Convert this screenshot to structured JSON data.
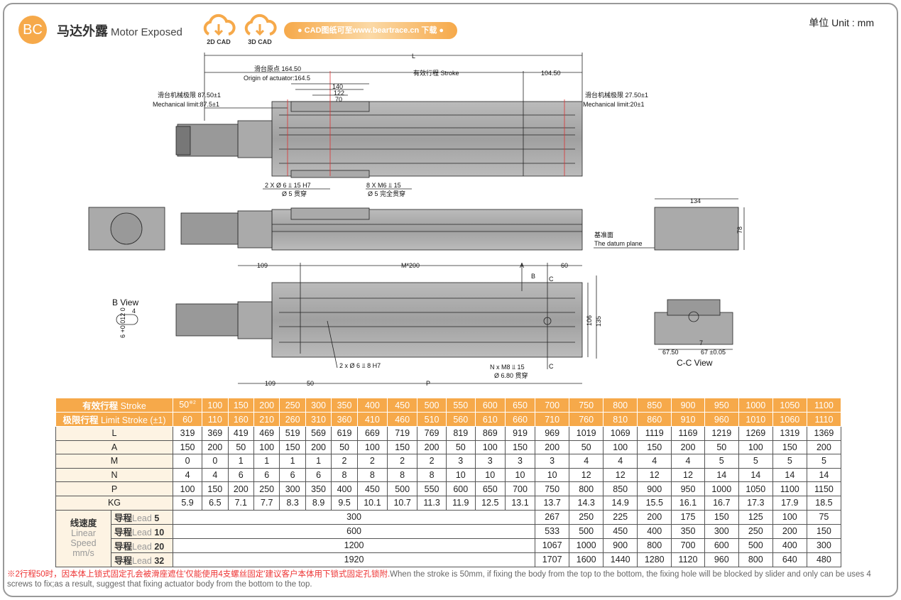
{
  "header": {
    "badge": "BC",
    "title_cn": "马达外露",
    "title_en": "Motor Exposed",
    "cad2d": "2D CAD",
    "cad3d": "3D CAD",
    "cad_link": "● CAD图纸可至www.beartrace.cn 下载 ●",
    "unit": "单位 Unit : mm"
  },
  "drawing": {
    "L": "L",
    "origin_cn": "滑台原点 164.50",
    "origin_en": "Origin of actuator:164.5",
    "stroke": "有效行程 Stroke",
    "d104": "104.50",
    "d140": "140",
    "d122": "122",
    "d70": "70",
    "mech_left_cn": "滑台机械极限 87.50±1",
    "mech_left_en": "Mechanical limit:87.5±1",
    "mech_right_cn": "滑台机械极限 27.50±1",
    "mech_right_en": "Mechanical limit:20±1",
    "hole1": "2 X Ø 6 ⫫ 15 H7",
    "hole1b": "Ø 5 贯穿",
    "hole2": "8 X M6 ⫫ 15",
    "hole2b": "Ø 5 完全贯穿",
    "d134": "134",
    "d78": "78",
    "datum_cn": "基准面",
    "datum_en": "The datum plane",
    "d109": "109",
    "m200": "M*200",
    "A": "A",
    "d60": "60",
    "B": "B",
    "C": "C",
    "d106": "106",
    "d135": "135",
    "bview": "B View",
    "b4": "4",
    "btol": "6 +0.012 0",
    "hole3": "2 x Ø 6 ⫫ 8 H7",
    "hole4": "N x M8 ⫫ 15",
    "hole4b": "Ø 6.80 贯穿",
    "d109b": "109",
    "d50": "50",
    "P": "P",
    "d67_50": "67.50",
    "d67": "67 ±0.05",
    "d7": "7",
    "ccview": "C-C View"
  },
  "table": {
    "stroke_label_cn": "有效行程",
    "stroke_label_en": "Stroke",
    "limit_label_cn": "极限行程",
    "limit_label_en": "Limit Stroke (±1)",
    "stroke_first": "50",
    "stroke_note": "※2",
    "stroke": [
      "100",
      "150",
      "200",
      "250",
      "300",
      "350",
      "400",
      "450",
      "500",
      "550",
      "600",
      "650",
      "700",
      "750",
      "800",
      "850",
      "900",
      "950",
      "1000",
      "1050",
      "1100"
    ],
    "limit": [
      "60",
      "110",
      "160",
      "210",
      "260",
      "310",
      "360",
      "410",
      "460",
      "510",
      "560",
      "610",
      "660",
      "710",
      "760",
      "810",
      "860",
      "910",
      "960",
      "1010",
      "1060",
      "1110"
    ],
    "rows": [
      {
        "label": "L",
        "values": [
          "319",
          "369",
          "419",
          "469",
          "519",
          "569",
          "619",
          "669",
          "719",
          "769",
          "819",
          "869",
          "919",
          "969",
          "1019",
          "1069",
          "1119",
          "1169",
          "1219",
          "1269",
          "1319",
          "1369"
        ]
      },
      {
        "label": "A",
        "values": [
          "150",
          "200",
          "50",
          "100",
          "150",
          "200",
          "50",
          "100",
          "150",
          "200",
          "50",
          "100",
          "150",
          "200",
          "50",
          "100",
          "150",
          "200",
          "50",
          "100",
          "150",
          "200"
        ]
      },
      {
        "label": "M",
        "values": [
          "0",
          "0",
          "1",
          "1",
          "1",
          "1",
          "2",
          "2",
          "2",
          "2",
          "3",
          "3",
          "3",
          "3",
          "4",
          "4",
          "4",
          "4",
          "5",
          "5",
          "5",
          "5"
        ]
      },
      {
        "label": "N",
        "values": [
          "4",
          "4",
          "6",
          "6",
          "6",
          "6",
          "8",
          "8",
          "8",
          "8",
          "10",
          "10",
          "10",
          "10",
          "12",
          "12",
          "12",
          "12",
          "14",
          "14",
          "14",
          "14"
        ]
      },
      {
        "label": "P",
        "values": [
          "100",
          "150",
          "200",
          "250",
          "300",
          "350",
          "400",
          "450",
          "500",
          "550",
          "600",
          "650",
          "700",
          "750",
          "800",
          "850",
          "900",
          "950",
          "1000",
          "1050",
          "1100",
          "1150"
        ]
      },
      {
        "label": "KG",
        "values": [
          "5.9",
          "6.5",
          "7.1",
          "7.7",
          "8.3",
          "8.9",
          "9.5",
          "10.1",
          "10.7",
          "11.3",
          "11.9",
          "12.5",
          "13.1",
          "13.7",
          "14.3",
          "14.9",
          "15.5",
          "16.1",
          "16.7",
          "17.3",
          "17.9",
          "18.5"
        ]
      }
    ],
    "speed_cn": "线速度",
    "speed_en1": "Linear",
    "speed_en2": "Speed",
    "speed_unit": "mm/s",
    "leads": [
      {
        "cn": "导程",
        "en": "Lead",
        "num": "5",
        "common": "300",
        "values": [
          "267",
          "250",
          "225",
          "200",
          "175",
          "150",
          "125",
          "100",
          "75"
        ]
      },
      {
        "cn": "导程",
        "en": "Lead",
        "num": "10",
        "common": "600",
        "values": [
          "533",
          "500",
          "450",
          "400",
          "350",
          "300",
          "250",
          "200",
          "150"
        ]
      },
      {
        "cn": "导程",
        "en": "Lead",
        "num": "20",
        "common": "1200",
        "values": [
          "1067",
          "1000",
          "900",
          "800",
          "700",
          "600",
          "500",
          "400",
          "300"
        ]
      },
      {
        "cn": "导程",
        "en": "Lead",
        "num": "32",
        "common": "1920",
        "values": [
          "1707",
          "1600",
          "1440",
          "1280",
          "1120",
          "960",
          "800",
          "640",
          "480"
        ]
      }
    ]
  },
  "note": {
    "cn": "※2行程50时，因本体上锁式固定孔会被滑座遮住'仅能使用4支螺丝固定'建议客户本体用下锁式固定孔锁附.",
    "en": "When the stroke is 50mm, if fixing the body from the top to the bottom, the fixing hole will be blocked by slider and only can be uses 4 screws to fix;as a result, suggest that fixing actuator body from the bottom to the top."
  }
}
